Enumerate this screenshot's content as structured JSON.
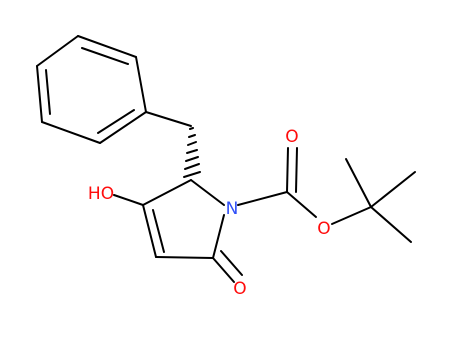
{
  "molecule": {
    "atom_labels": {
      "hydroxyl": "HO",
      "nitrogen": "N",
      "carbamate_carbonyl_oxygen": "O",
      "ester_oxygen": "O",
      "lactam_oxygen": "O"
    },
    "colors": {
      "bond": "#000000",
      "nitrogen": "#3050F8",
      "oxygen": "#FF0D0D",
      "background": "#ffffff"
    }
  }
}
